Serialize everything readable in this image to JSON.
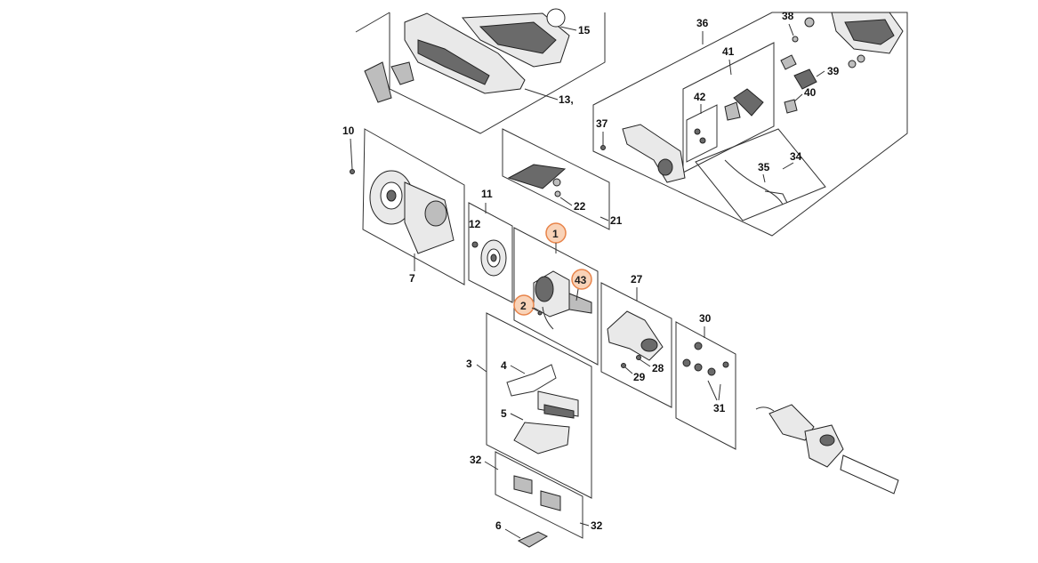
{
  "colors": {
    "highlight_fill": "#f9d3b8",
    "highlight_stroke": "#e8844a",
    "line": "#333333"
  },
  "callouts": {
    "c1": "1",
    "c2": "2",
    "c3": "3",
    "c4": "4",
    "c5": "5",
    "c6": "6",
    "c7": "7",
    "c10": "10",
    "c11": "11",
    "c12": "12",
    "c13": "13,",
    "c15": "15",
    "c21": "21",
    "c22": "22",
    "c27": "27",
    "c28": "28",
    "c29": "29",
    "c30": "30",
    "c31": "31",
    "c32a": "32",
    "c32b": "32",
    "c34": "34",
    "c35": "35",
    "c36": "36",
    "c37": "37",
    "c38": "38",
    "c39": "39",
    "c40": "40",
    "c41": "41",
    "c42": "42",
    "c43": "43"
  },
  "highlighted": [
    "1",
    "2",
    "43"
  ]
}
